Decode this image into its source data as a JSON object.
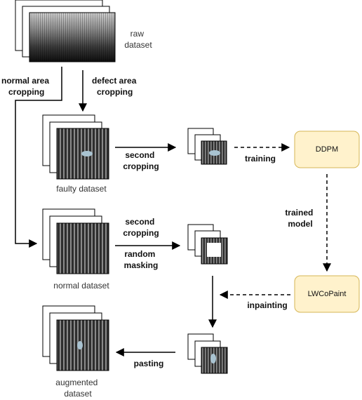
{
  "stacks": {
    "raw": {
      "caption": [
        "raw",
        "dataset"
      ]
    },
    "faulty": {
      "caption": [
        "faulty dataset"
      ]
    },
    "normal": {
      "caption": [
        "normal dataset"
      ]
    },
    "augmented": {
      "caption": [
        "augmented",
        "dataset"
      ]
    }
  },
  "arrows": {
    "normal_area_cropping": [
      "normal area",
      "cropping"
    ],
    "defect_area_cropping": [
      "defect area",
      "cropping"
    ],
    "second_cropping_top": [
      "second",
      "cropping"
    ],
    "training": [
      "training"
    ],
    "trained_model": [
      "trained",
      "model"
    ],
    "second_cropping_mid": [
      "second",
      "cropping"
    ],
    "random_masking": [
      "random",
      "masking"
    ],
    "inpainting": [
      "inpainting"
    ],
    "pasting": [
      "pasting"
    ]
  },
  "boxes": {
    "ddpm": "DDPM",
    "lwcopaint": "LWCoPaint"
  },
  "colors": {
    "box_fill": "#fff2cc",
    "box_stroke": "#d6b656",
    "defect": "#a9c3d1",
    "mask": "#ffffff"
  }
}
